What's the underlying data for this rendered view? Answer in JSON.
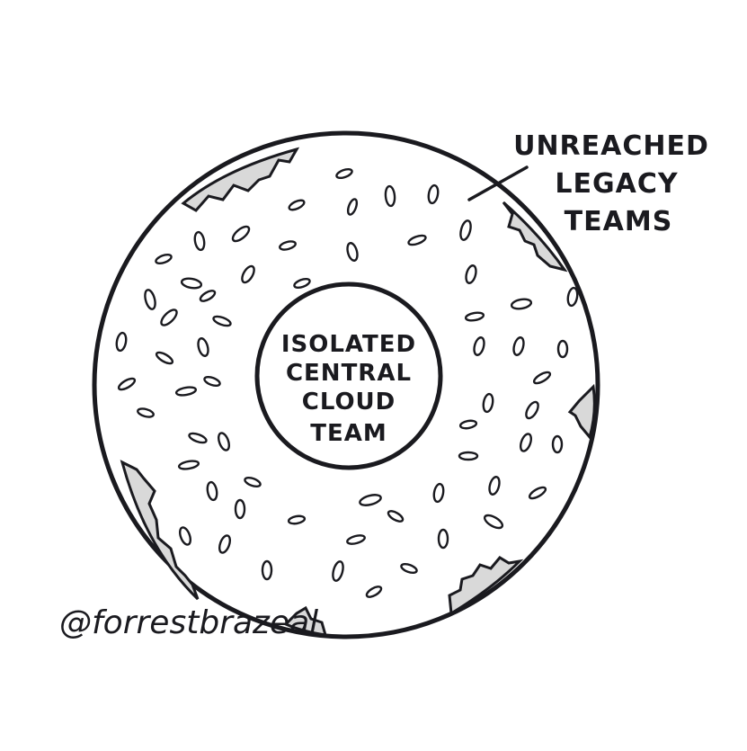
{
  "center_label": [
    "ISOLATED",
    "CENTRAL",
    "CLOUD",
    "TEAM"
  ],
  "callout_label": [
    "UNREACHED",
    "LEGACY",
    "TEAMS"
  ],
  "signature": "@forrestbrazeal",
  "colors": {
    "ink": "#1a1a1f",
    "shade": "#d9d9d9",
    "paper": "#ffffff"
  }
}
